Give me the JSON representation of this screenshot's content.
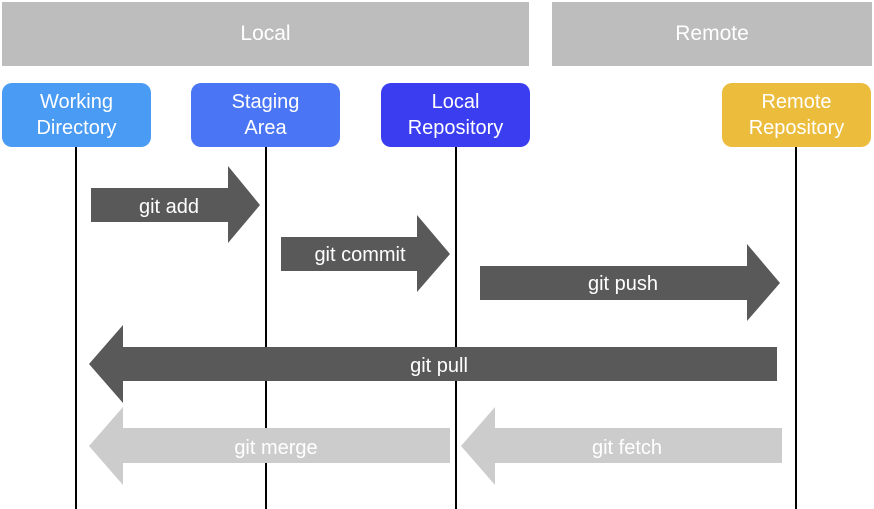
{
  "groups": {
    "local": "Local",
    "remote": "Remote"
  },
  "stages": {
    "working_directory": "Working\nDirectory",
    "staging_area": "Staging\nArea",
    "local_repository": "Local\nRepository",
    "remote_repository": "Remote\nRepository"
  },
  "commands": {
    "git_add": "git add",
    "git_commit": "git commit",
    "git_push": "git push",
    "git_pull": "git pull",
    "git_merge": "git merge",
    "git_fetch": "git fetch"
  },
  "colors": {
    "group_band": "#bdbdbd",
    "working_directory": "#4a9bf4",
    "staging_area": "#4a75f5",
    "local_repository": "#3b3ef0",
    "remote_repository": "#ecbd3d",
    "primary_arrow": "#595959",
    "secondary_arrow": "#cccccc"
  }
}
